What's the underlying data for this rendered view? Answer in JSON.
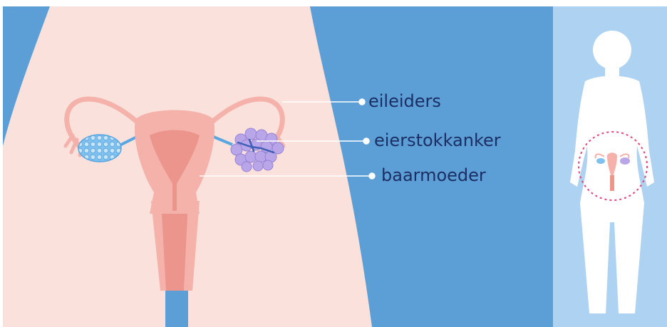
{
  "labels": {
    "fallopian_tubes": "eileiders",
    "ovarian_cancer": "eierstokkanker",
    "uterus": "baarmoeder"
  },
  "colors": {
    "main_panel_blue": "#5b9fd6",
    "side_panel_blue": "#aed2f1",
    "skin": "#fbe1dc",
    "organ_pink": "#f4b2ab",
    "organ_dark": "#ec958d",
    "healthy_ovary": "#7ec0ee",
    "tumor_purple": "#b9a6e8",
    "label_text": "#1c2f64",
    "focus_circle": "#e2457a"
  }
}
